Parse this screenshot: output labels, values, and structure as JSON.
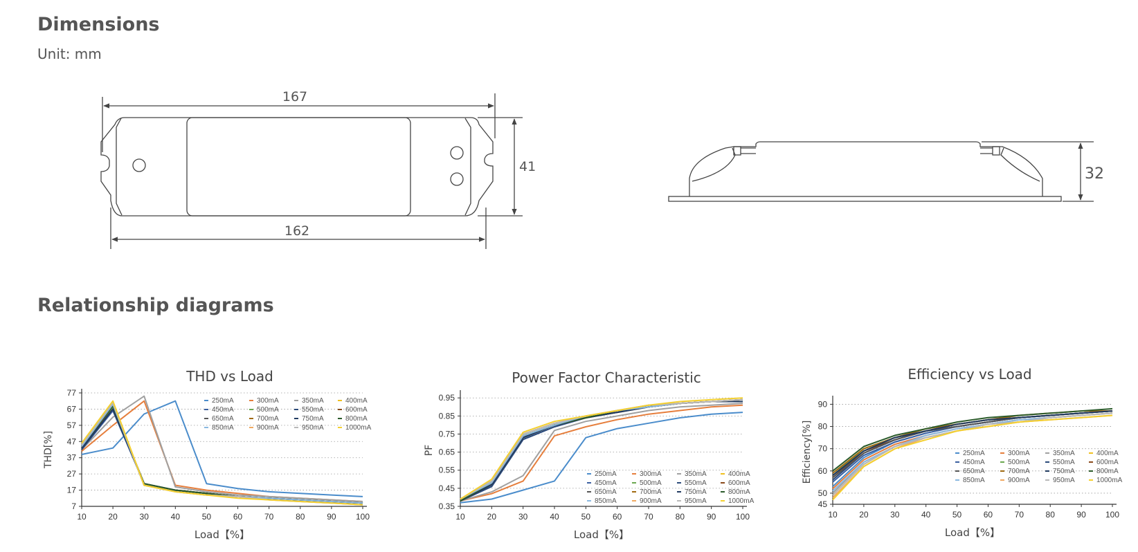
{
  "dimensions": {
    "title": "Dimensions",
    "unit": "Unit: mm",
    "front": {
      "length_outer": "167",
      "length_inner": "162",
      "width": "41"
    },
    "side": {
      "height": "32"
    }
  },
  "relationship": {
    "title": "Relationship diagrams"
  },
  "legend": [
    "250mA",
    "300mA",
    "350mA",
    "400mA",
    "450mA",
    "500mA",
    "550mA",
    "600mA",
    "650mA",
    "700mA",
    "750mA",
    "800mA",
    "850mA",
    "900mA",
    "950mA",
    "1000mA"
  ],
  "colors": [
    "#4a8ccb",
    "#e67e3c",
    "#a0a0a0",
    "#f0c020",
    "#3a5fa0",
    "#6aa84f",
    "#2a4a7a",
    "#8a4a1a",
    "#555555",
    "#a06a10",
    "#203a60",
    "#2a5a2a",
    "#8ab8e0",
    "#f0a860",
    "#b8b8b8",
    "#f4d030"
  ],
  "chart_data": [
    {
      "type": "line",
      "title": "THD vs Load",
      "xlabel": "Load【%】",
      "ylabel": "THD[%]",
      "x": [
        10,
        20,
        30,
        40,
        50,
        60,
        70,
        80,
        90,
        100
      ],
      "xticks": [
        "10",
        "20",
        "30",
        "40",
        "50",
        "60",
        "70",
        "80",
        "90",
        "100"
      ],
      "yticks": [
        "7",
        "17",
        "27",
        "37",
        "47",
        "57",
        "67",
        "77"
      ],
      "ylim": [
        7,
        77
      ],
      "series": [
        {
          "name": "250mA",
          "values": [
            39,
            43,
            64,
            72,
            21,
            18,
            16,
            15,
            14,
            13
          ]
        },
        {
          "name": "300mA",
          "values": [
            41,
            57,
            72,
            20,
            17,
            15,
            13,
            12,
            11,
            10
          ]
        },
        {
          "name": "350mA",
          "values": [
            42,
            62,
            75,
            19,
            16,
            14,
            13,
            12,
            11,
            10
          ]
        },
        {
          "name": "400mA",
          "values": [
            43,
            70,
            20,
            17,
            15,
            13,
            12,
            11,
            10,
            9
          ]
        },
        {
          "name": "450mA",
          "values": [
            42,
            66,
            21,
            17,
            15,
            13,
            12,
            11,
            10,
            9
          ]
        },
        {
          "name": "500mA",
          "values": [
            43,
            68,
            21,
            17,
            15,
            13,
            12,
            11,
            10,
            9
          ]
        },
        {
          "name": "550mA",
          "values": [
            42,
            67,
            21,
            17,
            15,
            13,
            12,
            11,
            10,
            9
          ]
        },
        {
          "name": "600mA",
          "values": [
            43,
            69,
            21,
            17,
            15,
            13,
            12,
            11,
            10,
            9
          ]
        },
        {
          "name": "650mA",
          "values": [
            43,
            67,
            21,
            17,
            15,
            13,
            12,
            11,
            10,
            9
          ]
        },
        {
          "name": "700mA",
          "values": [
            44,
            70,
            20,
            17,
            15,
            13,
            12,
            11,
            10,
            9
          ]
        },
        {
          "name": "750mA",
          "values": [
            43,
            67,
            21,
            17,
            15,
            13,
            12,
            11,
            10,
            9
          ]
        },
        {
          "name": "800mA",
          "values": [
            44,
            69,
            21,
            17,
            15,
            13,
            12,
            11,
            10,
            9
          ]
        },
        {
          "name": "850mA",
          "values": [
            44,
            70,
            20,
            16,
            14,
            13,
            12,
            11,
            10,
            9
          ]
        },
        {
          "name": "900mA",
          "values": [
            45,
            71,
            20,
            16,
            14,
            13,
            11,
            10,
            9,
            8
          ]
        },
        {
          "name": "950mA",
          "values": [
            45,
            71,
            20,
            16,
            14,
            13,
            11,
            10,
            9,
            8
          ]
        },
        {
          "name": "1000mA",
          "values": [
            46,
            72,
            20,
            16,
            14,
            12,
            11,
            10,
            9,
            8
          ]
        }
      ]
    },
    {
      "type": "line",
      "title": "Power Factor Characteristic",
      "xlabel": "Load【%】",
      "ylabel": "PF",
      "x": [
        10,
        20,
        30,
        40,
        50,
        60,
        70,
        80,
        90,
        100
      ],
      "xticks": [
        "10",
        "20",
        "30",
        "40",
        "50",
        "60",
        "70",
        "80",
        "90",
        "100"
      ],
      "yticks": [
        "0.35",
        "0.45",
        "0.55",
        "0.65",
        "0.75",
        "0.85",
        "0.95"
      ],
      "ylim": [
        0.35,
        0.97
      ],
      "series": [
        {
          "name": "250mA",
          "values": [
            0.37,
            0.39,
            0.44,
            0.49,
            0.73,
            0.78,
            0.81,
            0.84,
            0.86,
            0.87
          ]
        },
        {
          "name": "300mA",
          "values": [
            0.38,
            0.42,
            0.49,
            0.74,
            0.79,
            0.83,
            0.86,
            0.88,
            0.9,
            0.91
          ]
        },
        {
          "name": "350mA",
          "values": [
            0.38,
            0.43,
            0.52,
            0.77,
            0.82,
            0.85,
            0.88,
            0.9,
            0.91,
            0.92
          ]
        },
        {
          "name": "400mA",
          "values": [
            0.39,
            0.49,
            0.75,
            0.81,
            0.85,
            0.88,
            0.91,
            0.92,
            0.93,
            0.94
          ]
        },
        {
          "name": "450mA",
          "values": [
            0.38,
            0.46,
            0.72,
            0.79,
            0.84,
            0.88,
            0.9,
            0.92,
            0.93,
            0.94
          ]
        },
        {
          "name": "500mA",
          "values": [
            0.38,
            0.47,
            0.73,
            0.8,
            0.84,
            0.88,
            0.9,
            0.92,
            0.93,
            0.94
          ]
        },
        {
          "name": "550mA",
          "values": [
            0.38,
            0.46,
            0.72,
            0.79,
            0.84,
            0.87,
            0.9,
            0.92,
            0.93,
            0.93
          ]
        },
        {
          "name": "600mA",
          "values": [
            0.38,
            0.47,
            0.73,
            0.8,
            0.84,
            0.87,
            0.9,
            0.92,
            0.93,
            0.93
          ]
        },
        {
          "name": "650mA",
          "values": [
            0.38,
            0.47,
            0.73,
            0.8,
            0.84,
            0.87,
            0.9,
            0.92,
            0.93,
            0.93
          ]
        },
        {
          "name": "700mA",
          "values": [
            0.38,
            0.48,
            0.74,
            0.8,
            0.84,
            0.88,
            0.9,
            0.92,
            0.93,
            0.94
          ]
        },
        {
          "name": "750mA",
          "values": [
            0.38,
            0.47,
            0.73,
            0.8,
            0.84,
            0.87,
            0.9,
            0.92,
            0.93,
            0.93
          ]
        },
        {
          "name": "800mA",
          "values": [
            0.38,
            0.48,
            0.74,
            0.8,
            0.84,
            0.88,
            0.9,
            0.92,
            0.93,
            0.94
          ]
        },
        {
          "name": "850mA",
          "values": [
            0.39,
            0.48,
            0.74,
            0.8,
            0.85,
            0.88,
            0.9,
            0.92,
            0.93,
            0.94
          ]
        },
        {
          "name": "900mA",
          "values": [
            0.39,
            0.49,
            0.75,
            0.81,
            0.85,
            0.88,
            0.91,
            0.92,
            0.93,
            0.94
          ]
        },
        {
          "name": "950mA",
          "values": [
            0.39,
            0.49,
            0.75,
            0.81,
            0.85,
            0.88,
            0.91,
            0.92,
            0.93,
            0.94
          ]
        },
        {
          "name": "1000mA",
          "values": [
            0.39,
            0.5,
            0.76,
            0.82,
            0.85,
            0.88,
            0.91,
            0.93,
            0.94,
            0.95
          ]
        }
      ]
    },
    {
      "type": "line",
      "title": "Efficiency vs Load",
      "xlabel": "Load【%】",
      "ylabel": "Efficiency[%]",
      "x": [
        10,
        20,
        30,
        40,
        50,
        60,
        70,
        80,
        90,
        100
      ],
      "xticks": [
        "10",
        "20",
        "30",
        "40",
        "50",
        "60",
        "70",
        "80",
        "90",
        "100"
      ],
      "yticks": [
        "45",
        "50",
        "60",
        "70",
        "80",
        "90"
      ],
      "ylim": [
        45,
        92
      ],
      "series": [
        {
          "name": "250mA",
          "values": [
            53,
            66,
            73,
            77,
            80,
            82,
            84,
            85,
            86,
            87
          ]
        },
        {
          "name": "300mA",
          "values": [
            52,
            65,
            72,
            76,
            79,
            81,
            83,
            84,
            85,
            86
          ]
        },
        {
          "name": "350mA",
          "values": [
            50,
            64,
            71,
            76,
            79,
            81,
            83,
            84,
            85,
            86
          ]
        },
        {
          "name": "400mA",
          "values": [
            49,
            63,
            71,
            75,
            78,
            81,
            82,
            84,
            85,
            86
          ]
        },
        {
          "name": "450mA",
          "values": [
            55,
            67,
            73,
            77,
            80,
            82,
            84,
            85,
            86,
            87
          ]
        },
        {
          "name": "500mA",
          "values": [
            58,
            70,
            75,
            78,
            81,
            83,
            84,
            85,
            86,
            87
          ]
        },
        {
          "name": "550mA",
          "values": [
            56,
            68,
            74,
            78,
            80,
            82,
            84,
            85,
            86,
            87
          ]
        },
        {
          "name": "600mA",
          "values": [
            57,
            69,
            74,
            78,
            81,
            83,
            84,
            85,
            86,
            87
          ]
        },
        {
          "name": "650mA",
          "values": [
            57,
            68,
            74,
            78,
            80,
            82,
            84,
            85,
            86,
            87
          ]
        },
        {
          "name": "700mA",
          "values": [
            59,
            70,
            75,
            79,
            81,
            83,
            85,
            86,
            87,
            87
          ]
        },
        {
          "name": "750mA",
          "values": [
            58,
            69,
            75,
            78,
            81,
            83,
            84,
            85,
            86,
            87
          ]
        },
        {
          "name": "800mA",
          "values": [
            60,
            71,
            76,
            79,
            82,
            84,
            85,
            86,
            87,
            88
          ]
        },
        {
          "name": "850mA",
          "values": [
            51,
            64,
            71,
            76,
            79,
            81,
            83,
            84,
            85,
            86
          ]
        },
        {
          "name": "900mA",
          "values": [
            48,
            62,
            70,
            75,
            78,
            80,
            82,
            83,
            84,
            85
          ]
        },
        {
          "name": "950mA",
          "values": [
            49,
            63,
            71,
            75,
            78,
            81,
            82,
            84,
            85,
            86
          ]
        },
        {
          "name": "1000mA",
          "values": [
            47,
            62,
            70,
            74,
            78,
            80,
            82,
            83,
            84,
            85
          ]
        }
      ]
    }
  ]
}
